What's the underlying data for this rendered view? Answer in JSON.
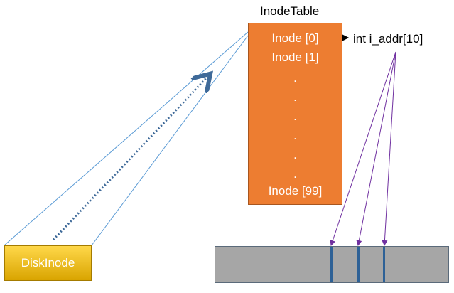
{
  "inode_table": {
    "title": "InodeTable",
    "entries": [
      "Inode [0]",
      "Inode [1]",
      ".",
      ".",
      ".",
      ".",
      ".",
      ".",
      "Inode [99]"
    ]
  },
  "iaddr": {
    "label": "int i_addr[10]"
  },
  "disk_inode": {
    "label": "DiskInode"
  },
  "colors": {
    "inode_table_fill": "#ED7D31",
    "disk_inode_fill": "#F2C200",
    "disk_area_fill": "#A6A6A6",
    "projection_lines": "#5B9BD5",
    "dotted_arrow": "#3F6A99",
    "pointer_arrows": "#7030A0",
    "block_dividers": "#2E6196"
  }
}
